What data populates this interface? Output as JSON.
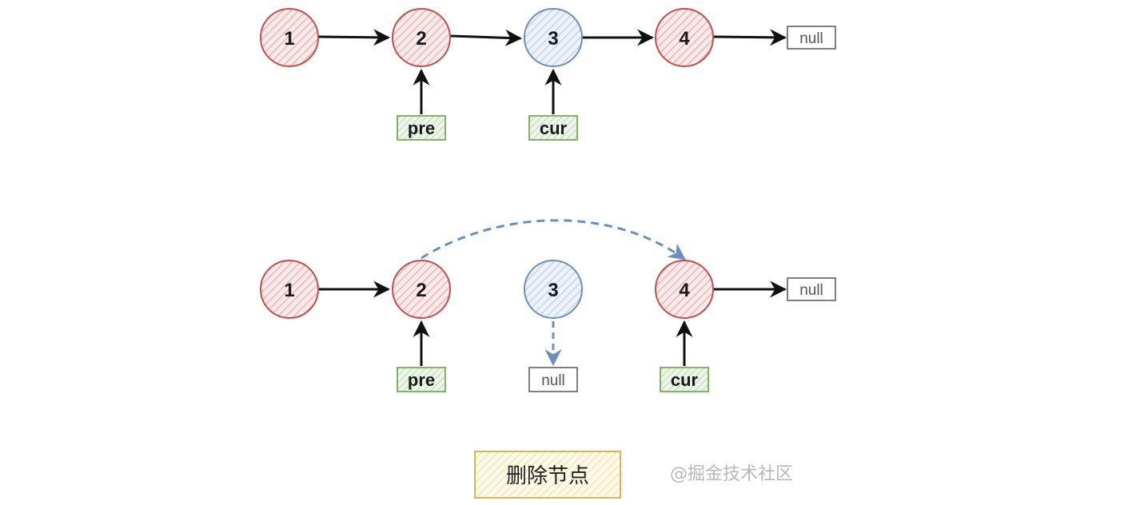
{
  "colors": {
    "red_stroke": "#c0504d",
    "red_fill": "#f7d6d6",
    "blue_stroke": "#6c8ebf",
    "blue_fill": "#dae8fc",
    "green_stroke": "#82b366",
    "green_fill": "#d5e8d4",
    "yellow_stroke": "#d6b656",
    "yellow_fill": "#fff2cc",
    "arrow": "#111111",
    "null_stroke": "#555555"
  },
  "diagram_top": {
    "nodes": [
      {
        "label": "1",
        "color": "red"
      },
      {
        "label": "2",
        "color": "red"
      },
      {
        "label": "3",
        "color": "blue"
      },
      {
        "label": "4",
        "color": "red"
      }
    ],
    "tail": "null",
    "pointers": [
      {
        "label": "pre",
        "target": "2"
      },
      {
        "label": "cur",
        "target": "3"
      }
    ]
  },
  "diagram_bottom": {
    "nodes": [
      {
        "label": "1",
        "color": "red"
      },
      {
        "label": "2",
        "color": "red"
      },
      {
        "label": "3",
        "color": "blue"
      },
      {
        "label": "4",
        "color": "red"
      }
    ],
    "tail": "null",
    "removed_next": "null",
    "pointers": [
      {
        "label": "pre",
        "target": "2"
      },
      {
        "label": "cur",
        "target": "4"
      }
    ]
  },
  "caption": "删除节点",
  "watermark": "@掘金技术社区"
}
